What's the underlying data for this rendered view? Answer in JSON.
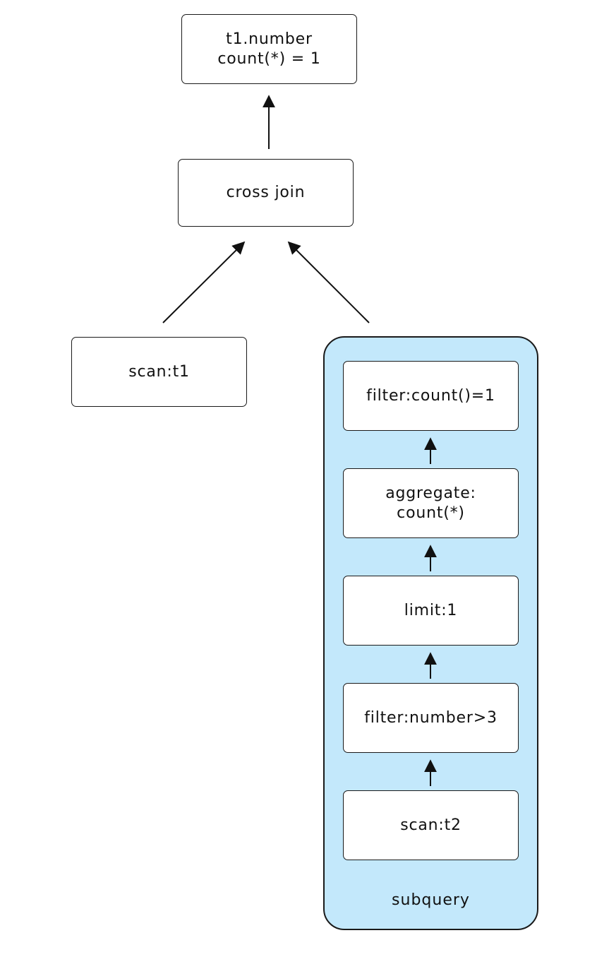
{
  "diagram": {
    "root_node": {
      "lines": [
        "t1.number",
        "count(*) = 1"
      ]
    },
    "join_node": {
      "label": "cross join"
    },
    "scan_t1_node": {
      "label": "scan:t1"
    },
    "subquery": {
      "label": "subquery",
      "steps": [
        {
          "label": "filter:count()=1"
        },
        {
          "lines": [
            "aggregate:",
            "count(*)"
          ]
        },
        {
          "label": "limit:1"
        },
        {
          "label": "filter:number>3"
        },
        {
          "label": "scan:t2"
        }
      ]
    },
    "colors": {
      "group_fill": "#c3e8fb",
      "stroke": "#1a1a1a",
      "node_fill": "#ffffff"
    }
  }
}
